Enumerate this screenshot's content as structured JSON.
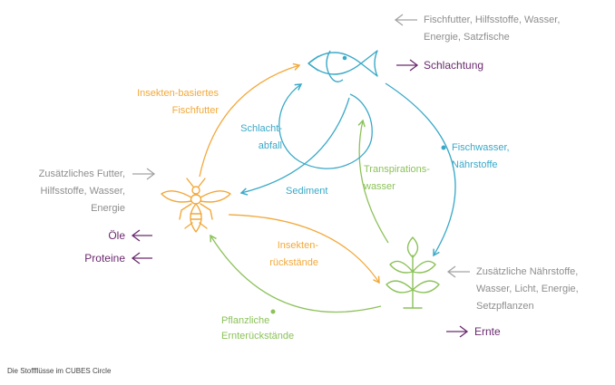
{
  "colors": {
    "gray": "#a3a3a3",
    "purple": "#6a2a6e",
    "orange": "#f2a93b",
    "teal": "#3aa9c8",
    "green": "#8cc25a"
  },
  "icons": [
    "fish-icon",
    "insect-icon",
    "plant-icon"
  ],
  "fish": {
    "inputs_line1": "Fischfutter, Hilfsstoffe, Wasser,",
    "inputs_line2": "Energie, Satzfische",
    "output": "Schlachtung"
  },
  "insects": {
    "inputs_line1": "Zusätzliches Futter,",
    "inputs_line2": "Hilfsstoffe, Wasser,",
    "inputs_line3": "Energie",
    "output1": "Öle",
    "output2": "Proteine"
  },
  "plants": {
    "inputs_line1": "Zusätzliche Nährstoffe,",
    "inputs_line2": "Wasser, Licht, Energie,",
    "inputs_line3": "Setzpflanzen",
    "output": "Ernte"
  },
  "flows": {
    "insect_feed_line1": "Insekten-basiertes",
    "insect_feed_line2": "Fischfutter",
    "slaughter_waste_line1": "Schlacht-",
    "slaughter_waste_line2": "abfall",
    "sediment": "Sediment",
    "fish_water_line1": "Fischwasser,",
    "fish_water_line2": "Nährstoffe",
    "transpiration_line1": "Transpirations-",
    "transpiration_line2": "wasser",
    "insect_residue_line1": "Insekten-",
    "insect_residue_line2": "rückstände",
    "plant_residue_line1": "Pflanzliche",
    "plant_residue_line2": "Ernterückstände"
  },
  "caption": "Die Stoffflüsse im CUBES Circle"
}
